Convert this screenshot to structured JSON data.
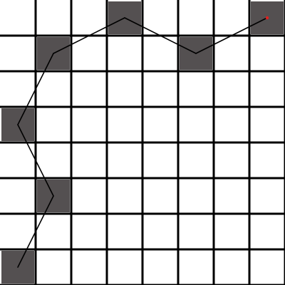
{
  "board": {
    "rows": 8,
    "cols": 8,
    "colors": {
      "background": "#ffffff",
      "grid_line": "#000000",
      "filled_cell": "#545051",
      "path": "#000000",
      "endpoint": "#e0201f"
    },
    "filled_cells": [
      {
        "row": 0,
        "col": 3
      },
      {
        "row": 0,
        "col": 7
      },
      {
        "row": 1,
        "col": 1
      },
      {
        "row": 1,
        "col": 5
      },
      {
        "row": 3,
        "col": 0
      },
      {
        "row": 5,
        "col": 1
      },
      {
        "row": 7,
        "col": 0
      }
    ],
    "path": [
      {
        "row": 7,
        "col": 0
      },
      {
        "row": 5,
        "col": 1
      },
      {
        "row": 3,
        "col": 0
      },
      {
        "row": 1,
        "col": 1
      },
      {
        "row": 0,
        "col": 3
      },
      {
        "row": 1,
        "col": 5
      },
      {
        "row": 0,
        "col": 7
      }
    ],
    "endpoint": {
      "row": 0,
      "col": 7
    }
  }
}
